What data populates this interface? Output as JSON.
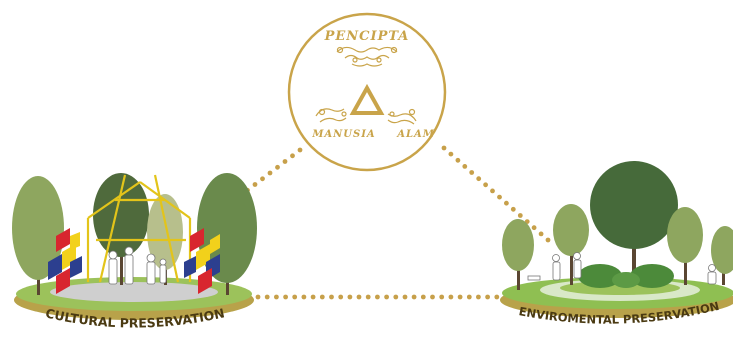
{
  "center_circle": {
    "top_label": "PENCIPTA",
    "left_label": "MANUSIA",
    "right_label": "ALAM",
    "symbol": "triangle"
  },
  "left_scene": {
    "caption": "CULTURAL PRESERVATION"
  },
  "right_scene": {
    "caption": "ENVIROMENTAL PRESERVATION"
  },
  "colors": {
    "gold": "#c9a44a",
    "dot": "#c7a04a",
    "tree_dark": "#5e7a45",
    "tree_light": "#95ad6c",
    "grass": "#7fb04b",
    "ground_edge": "#b8a24a",
    "cultural_red": "#d8262f",
    "cultural_yellow": "#f2d11b",
    "cultural_blue": "#2c3f8f"
  }
}
